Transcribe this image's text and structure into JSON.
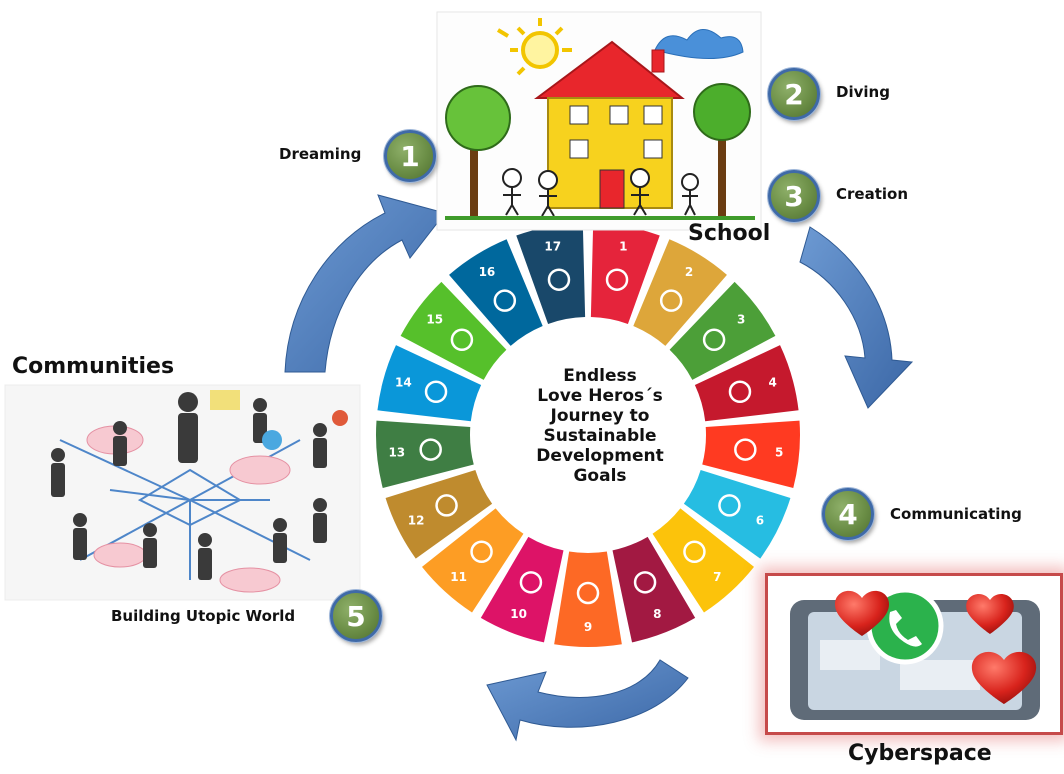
{
  "diagram": {
    "center_lines": [
      "Endless",
      "Love Heros´s",
      "Journey to",
      "Sustainable",
      "Development",
      "Goals"
    ],
    "places": {
      "school": "School",
      "communities": "Communities",
      "cyberspace": "Cyberspace"
    },
    "steps": [
      {
        "number": "1",
        "label": "Dreaming"
      },
      {
        "number": "2",
        "label": "Diving"
      },
      {
        "number": "3",
        "label": "Creation"
      },
      {
        "number": "4",
        "label": "Communicating"
      },
      {
        "number": "5",
        "label": "Building Utopic World"
      }
    ],
    "sdg_wheel": [
      {
        "number": "1",
        "color": "#e5243b",
        "icon": "people-icon"
      },
      {
        "number": "2",
        "color": "#dda63a",
        "icon": "bowl-icon"
      },
      {
        "number": "3",
        "color": "#4c9f38",
        "icon": "heartbeat-icon"
      },
      {
        "number": "4",
        "color": "#c5192d",
        "icon": "book-icon"
      },
      {
        "number": "5",
        "color": "#ff3a21",
        "icon": "gender-icon"
      },
      {
        "number": "6",
        "color": "#26bde2",
        "icon": "water-drop-icon"
      },
      {
        "number": "7",
        "color": "#fcc30b",
        "icon": "sun-icon"
      },
      {
        "number": "8",
        "color": "#a21942",
        "icon": "growth-chart-icon"
      },
      {
        "number": "9",
        "color": "#fd6925",
        "icon": "cubes-icon"
      },
      {
        "number": "10",
        "color": "#dd1367",
        "icon": "equal-icon"
      },
      {
        "number": "11",
        "color": "#fd9d24",
        "icon": "city-icon"
      },
      {
        "number": "12",
        "color": "#bf8b2e",
        "icon": "infinity-icon"
      },
      {
        "number": "13",
        "color": "#3f7e44",
        "icon": "eye-globe-icon"
      },
      {
        "number": "14",
        "color": "#0a97d9",
        "icon": "fish-icon"
      },
      {
        "number": "15",
        "color": "#56c02b",
        "icon": "tree-icon"
      },
      {
        "number": "16",
        "color": "#00689d",
        "icon": "dove-icon"
      },
      {
        "number": "17",
        "color": "#19486a",
        "icon": "flower-icon"
      }
    ],
    "colors": {
      "arrow": "#4a78b8",
      "step_badge": "#6b8e46",
      "cyber_border": "#c64a4a"
    }
  }
}
